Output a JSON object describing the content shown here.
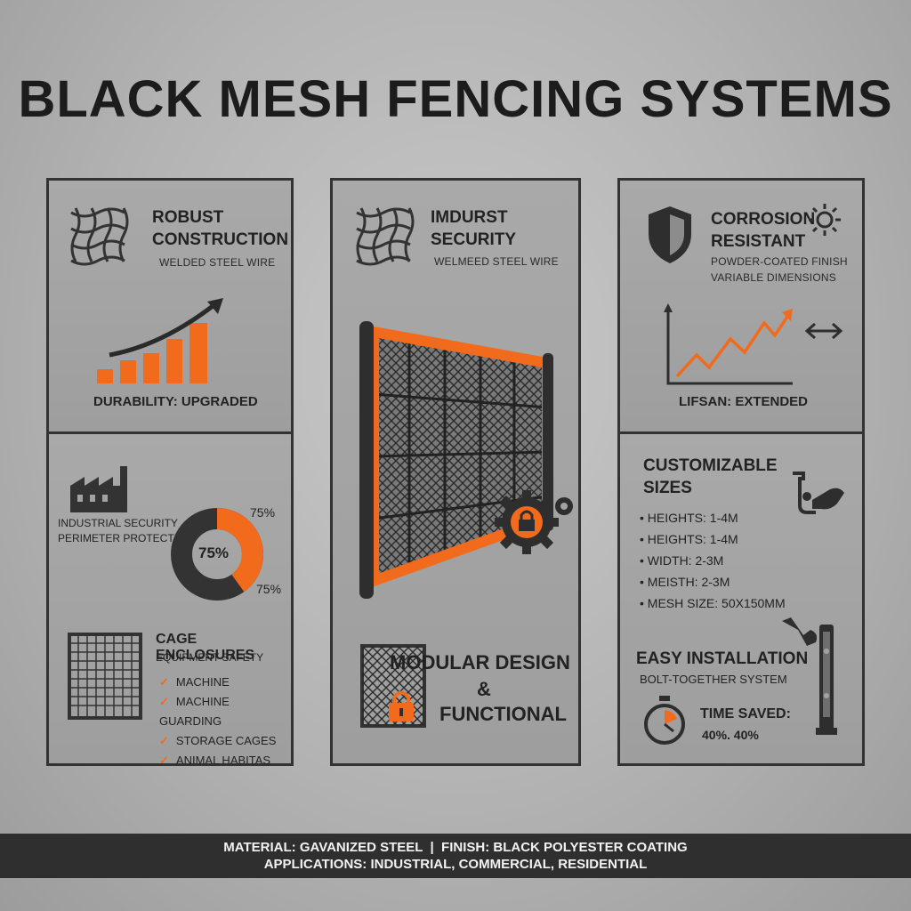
{
  "title": "BLACK MESH FENCING SYSTEMS",
  "left": {
    "top": {
      "heading_line1": "ROBUST",
      "heading_line2": "CONSTRUCTION",
      "subtitle": "WELDED STEEL WIRE",
      "label": "DURABILITY: UPGRADED"
    },
    "middle": {
      "line1": "INDUSTRIAL SECURITY",
      "line2": "PERIMETER PROTECTION",
      "donut_center": "75%",
      "donut_label_top": "75%",
      "donut_label_bottom": "75%",
      "donut_fraction": 0.4
    },
    "bottom": {
      "heading": "CAGE ENCLOSURES",
      "subtitle": "EQUIPMENT SAFETY",
      "items": [
        "MACHINE",
        "MACHINE GUARDING",
        "STORAGE CAGES",
        "ANIMAL HABITAS"
      ]
    }
  },
  "center": {
    "heading_line1": "IMDURST",
    "heading_line2": "SECURITY",
    "subtitle": "WELMEED STEEL WIRE",
    "modular_line1": "MODULAR DESIGN",
    "modular_line2": "&",
    "modular_line3": "FUNCTIONAL"
  },
  "right": {
    "top": {
      "heading_line1": "CORROSION",
      "heading_line2": "RESISTANT",
      "sub1": "POWDER-COATED FINISH",
      "sub2": "VARIABLE DIMENSIONS",
      "label": "LIFSAN: EXTENDED"
    },
    "middle": {
      "heading_line1": "CUSTOMIZABLE",
      "heading_line2": "SIZES",
      "items": [
        "HEIGHTS: 1-4M",
        "HEIGHTS: 1-4M",
        "WIDTH: 2-3M",
        "MEISTH: 2-3M",
        "MESH SIZE: 50X150MM"
      ]
    },
    "bottom": {
      "heading": "EASY INSTALLATION",
      "subtitle": "BOLT-TOGETHER SYSTEM",
      "time_label": "TIME SAVED:",
      "time_value": "40%. 40%"
    }
  },
  "footer": {
    "line1": "MATERIAL: GAVANIZED STEEL  |  FINISH: BLACK POLYESTER COATING",
    "line2": "APPLICATIONS: INDUSTRIAL, COMMERCIAL, RESIDENTIAL"
  },
  "colors": {
    "accent": "#f26a1b",
    "dark": "#2f2f2f",
    "panel": "#a3a3a3"
  },
  "icons": [
    "mesh-icon",
    "bar-chart-icon",
    "factory-icon",
    "donut-chart-icon",
    "cage-icon",
    "fence-gate-icon",
    "gear-lock-icon",
    "padlock-icon",
    "shield-icon",
    "sun-icon",
    "line-chart-icon",
    "double-arrow-icon",
    "wrench-hand-icon",
    "stopwatch-icon",
    "post-bolt-icon"
  ]
}
